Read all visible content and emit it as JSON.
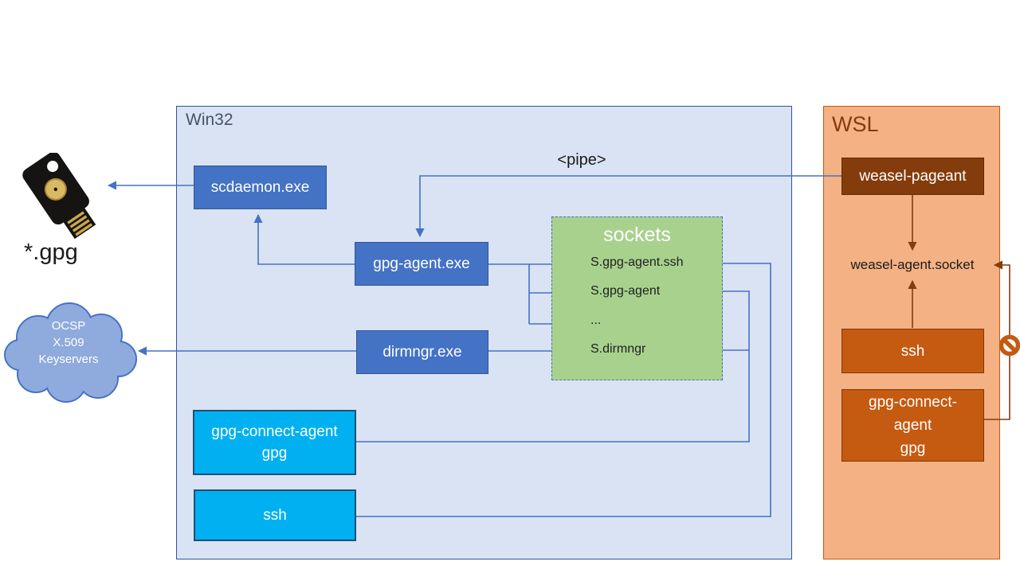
{
  "win32": {
    "label": "Win32",
    "scdaemon": "scdaemon.exe",
    "gpg_agent": "gpg-agent.exe",
    "dirmngr": "dirmngr.exe",
    "gpg_connect": {
      "line1": "gpg-connect-agent",
      "line2": "gpg"
    },
    "ssh": "ssh",
    "sockets": {
      "title": "sockets",
      "entries": [
        "S.gpg-agent.ssh",
        "S.gpg-agent",
        "...",
        "S.dirmngr"
      ]
    }
  },
  "wsl": {
    "label": "WSL",
    "weasel_pageant": "weasel-pageant",
    "weasel_socket": "weasel-agent.socket",
    "ssh": "ssh",
    "gpg_connect": {
      "line1": "gpg-connect-",
      "line2": "agent",
      "line3": "gpg"
    }
  },
  "peripherals": {
    "gpg_files": "*.gpg",
    "cloud": {
      "line1": "OCSP",
      "line2": "X.509",
      "line3": "Keyservers"
    }
  },
  "annotations": {
    "pipe": "<pipe>"
  },
  "icons": {
    "security_key": "usb-security-key-icon",
    "blocked": "no-entry-icon"
  },
  "colors": {
    "win32_fill": "#dae3f3",
    "win32_border": "#2f5597",
    "process_blue": "#4472c4",
    "client_cyan": "#00b0f0",
    "sockets_green": "#a9d18e",
    "wsl_fill": "#f4b183",
    "wsl_border": "#c55a11",
    "wsl_process_orange": "#c55a11",
    "wsl_dark_brown": "#843c0c",
    "arrow_blue": "#4472c4",
    "arrow_brown": "#843c0c",
    "win32_label_color": "#44546a"
  }
}
